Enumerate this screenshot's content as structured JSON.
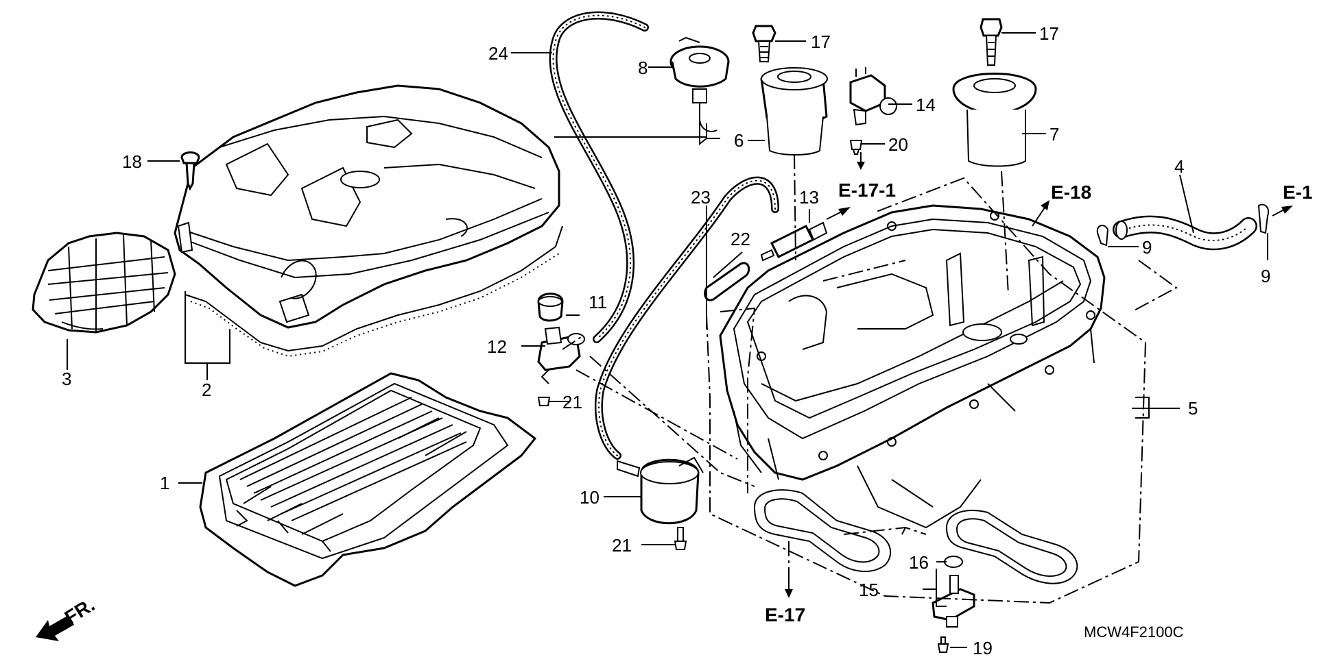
{
  "labels": {
    "p1": "1",
    "p2": "2",
    "p3": "3",
    "p4": "4",
    "p5": "5",
    "p6": "6",
    "p7": "7",
    "p8": "8",
    "p9a": "9",
    "p9b": "9",
    "p10": "10",
    "p11": "11",
    "p12": "12",
    "p13": "13",
    "p14": "14",
    "p15": "15",
    "p16": "16",
    "p17a": "17",
    "p17b": "17",
    "p18": "18",
    "p19": "19",
    "p20": "20",
    "p21a": "21",
    "p21b": "21",
    "p22": "22",
    "p23": "23",
    "p24": "24"
  },
  "refs": {
    "e17_1": "E-17-1",
    "e18": "E-18",
    "e1": "E-1",
    "e17": "E-17"
  },
  "front": "FR.",
  "code": "MCW4F2100C"
}
